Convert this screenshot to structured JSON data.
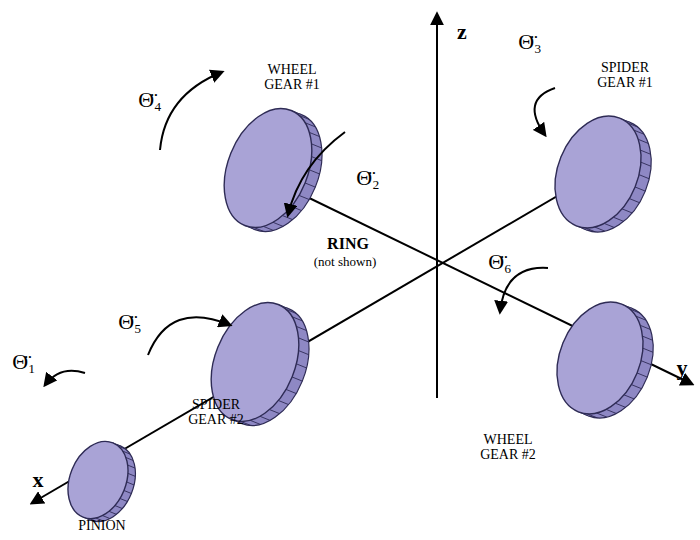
{
  "diagram": {
    "labels": [
      "z",
      "y",
      "x",
      "WHEEL GEAR #1",
      "SPIDER GEAR #1",
      "RING",
      "(not shown)",
      "SPIDER GEAR #2",
      "WHEEL GEAR #2",
      "PINION",
      "Θ̈₁",
      "Θ̈₂",
      "Θ̈₃",
      "Θ̈₄",
      "Θ̈₅",
      "Θ̈₆"
    ]
  }
}
